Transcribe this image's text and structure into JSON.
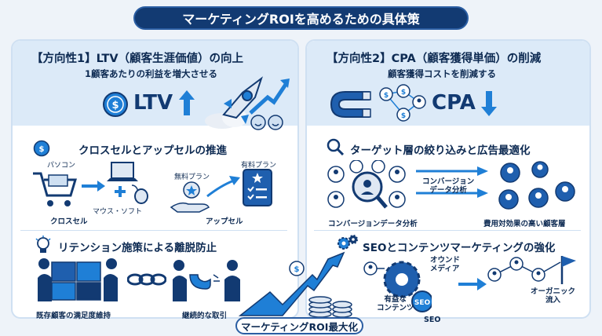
{
  "title": "マーケティングROIを高めるための具体策",
  "left": {
    "heading": "【方向性1】LTV（顧客生涯価値）の向上",
    "subheading": "1顧客あたりの利益を増大させる",
    "metric": "LTV",
    "cross_sell": {
      "heading": "クロスセルとアップセルの推進",
      "pc_label": "パソコン",
      "accessory_label": "マウス・ソフト",
      "cross_label": "クロスセル",
      "free_plan": "無料プラン",
      "paid_plan": "有料プラン",
      "upsell_label": "アップセル"
    },
    "retention": {
      "heading": "リテンション施策による離脱防止",
      "satisfaction_label": "既存顧客の満足度維持",
      "continuous_label": "継続的な取引"
    }
  },
  "right": {
    "heading": "【方向性2】CPA（顧客獲得単価）の削減",
    "subheading": "顧客獲得コストを削減する",
    "metric": "CPA",
    "targeting": {
      "heading": "ターゲット層の絞り込みと広告最適化",
      "analysis_label": "コンバージョン\nデータ分析",
      "data_label": "コンバージョンデータ分析",
      "customer_label": "費用対効果の高い顧客層"
    },
    "seo": {
      "heading": "SEOとコンテンツマーケティングの強化",
      "owned_media": "オウンド\nメディア",
      "useful_content": "有益な\nコンテンツ",
      "seo_badge": "SEO",
      "seo_label": "SEO",
      "organic": "オーガニック\n流入"
    }
  },
  "footer": "マーケティングROI最大化",
  "colors": {
    "navy": "#123a72",
    "accent": "#1f7fd6",
    "light": "#dceaf8"
  }
}
